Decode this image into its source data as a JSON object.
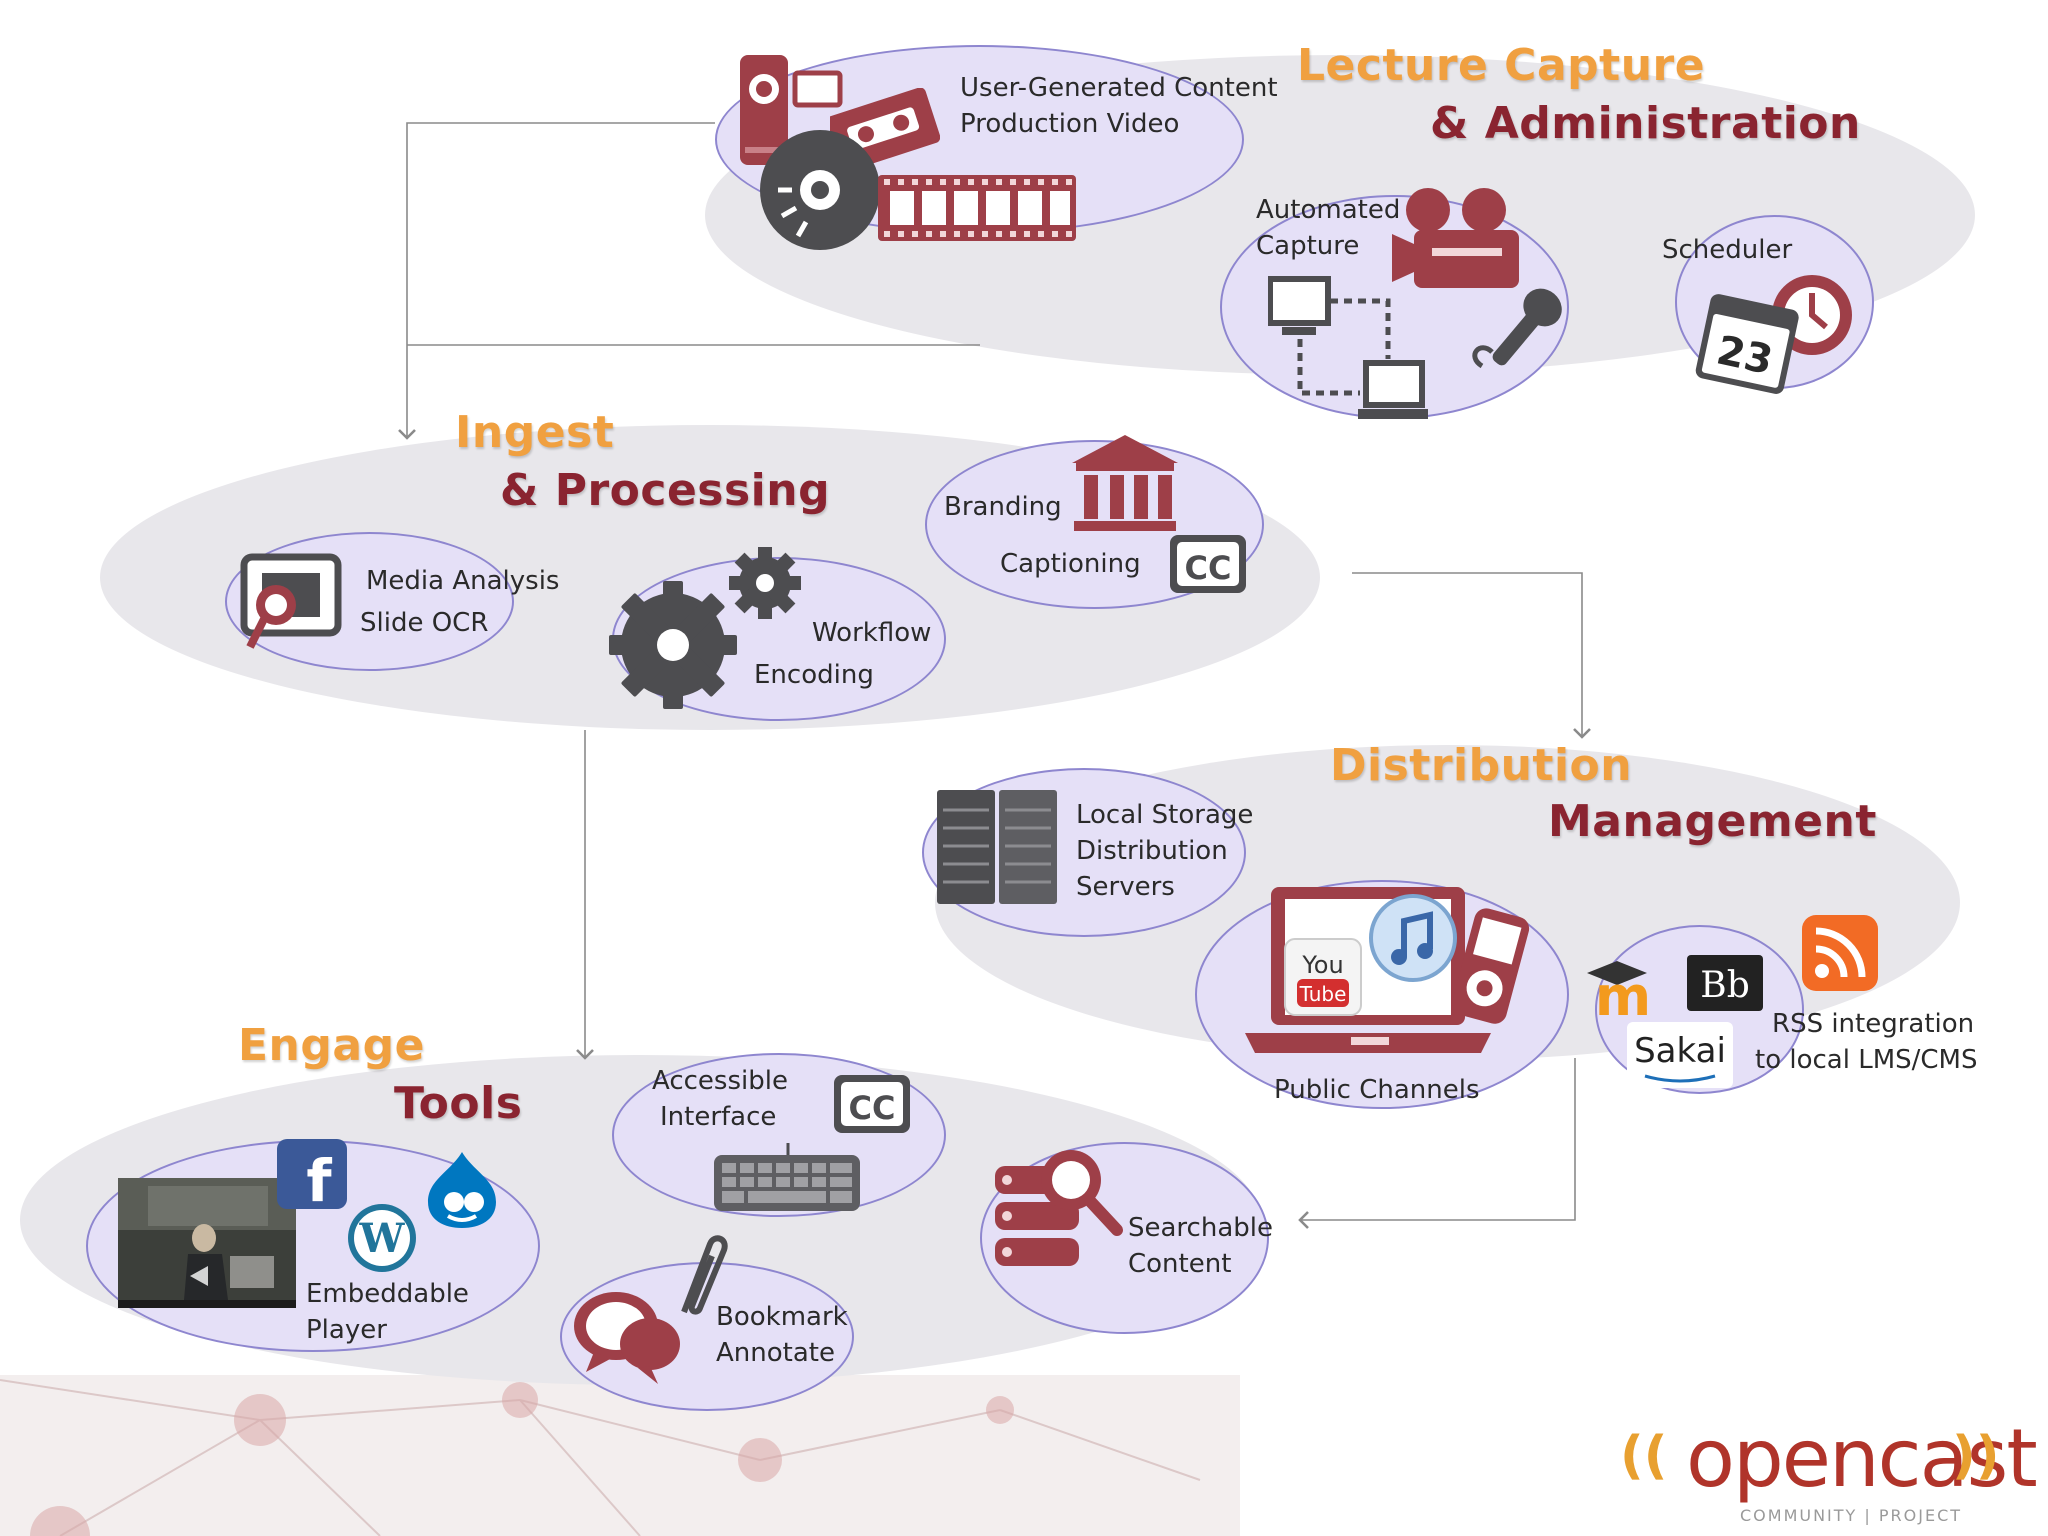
{
  "groups": {
    "lecture": {
      "title_line1": "Lecture Capture",
      "title_line2": "& Administration",
      "items": {
        "ugc_line1": "User-Generated Content",
        "ugc_line2": "Production Video",
        "auto_line1": "Automated",
        "auto_line2": "Capture",
        "scheduler": "Scheduler",
        "calendar_day": "23"
      }
    },
    "ingest": {
      "title_line1": "Ingest",
      "title_line2": "& Processing",
      "items": {
        "media_line1": "Media Analysis",
        "media_line2": "Slide OCR",
        "workflow": "Workflow",
        "encoding": "Encoding",
        "branding": "Branding",
        "captioning": "Captioning",
        "cc": "CC"
      }
    },
    "distribution": {
      "title_line1": "Distribution",
      "title_line2": "Management",
      "items": {
        "storage_line1": "Local Storage",
        "storage_line2": "Distribution",
        "storage_line3": "Servers",
        "public_channels": "Public Channels",
        "youtube_line1": "You",
        "youtube_line2": "Tube",
        "rss_line1": "RSS integration",
        "rss_line2": "to local LMS/CMS",
        "bb": "Bb",
        "sakai": "Sakai",
        "moodle": "m"
      }
    },
    "engage": {
      "title_line1": "Engage",
      "title_line2": "Tools",
      "items": {
        "accessible_line1": "Accessible",
        "accessible_line2": "Interface",
        "cc": "CC",
        "embed_line1": "Embeddable",
        "embed_line2": "Player",
        "bookmark_line1": "Bookmark",
        "bookmark_line2": "Annotate",
        "search_line1": "Searchable",
        "search_line2": "Content",
        "facebook": "f",
        "wordpress": "W"
      }
    }
  },
  "logo": {
    "chev_left": "((",
    "word": "opencast",
    "chev_right": "))",
    "tagline": "COMMUNITY | PROJECT"
  },
  "colors": {
    "title_orange": "#f0a040",
    "title_red": "#8a2430",
    "icon_red": "#9e3f48",
    "icon_gray": "#4d4d50",
    "group_bg": "#e8e7eb",
    "sub_fill": "#e5e0f7",
    "sub_border": "#8e86cf",
    "connector": "#8a8a8a"
  }
}
